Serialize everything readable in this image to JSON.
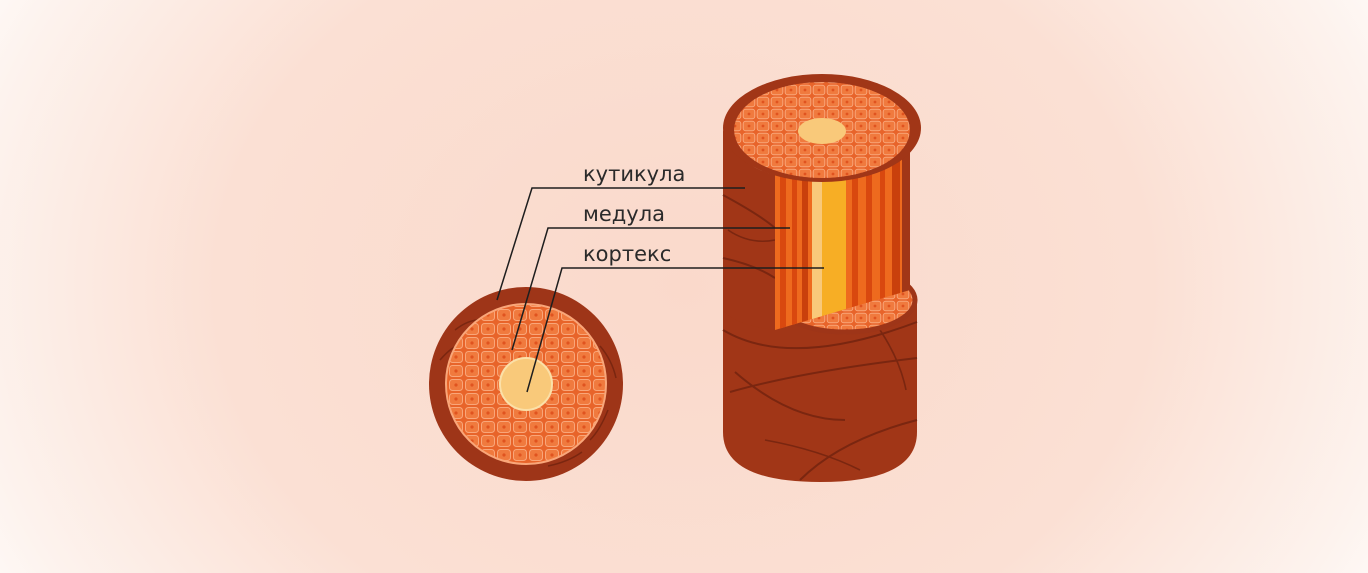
{
  "labels": {
    "cuticle": "кутикула",
    "medulla": "медула",
    "cortex": "кортекс"
  },
  "colors": {
    "cuticle": "#9e3518",
    "cuticle_edge": "#7a2610",
    "cortex": "#e8642a",
    "cortex_cell": "#f07a3e",
    "cortex_cell_line": "#f9b08a",
    "medulla": "#f9c97a",
    "medulla_core": "#f7ae25",
    "stripe_dark": "#d9480f",
    "stripe_light": "#ee6a1e",
    "leader_line": "#1e1e1e"
  }
}
